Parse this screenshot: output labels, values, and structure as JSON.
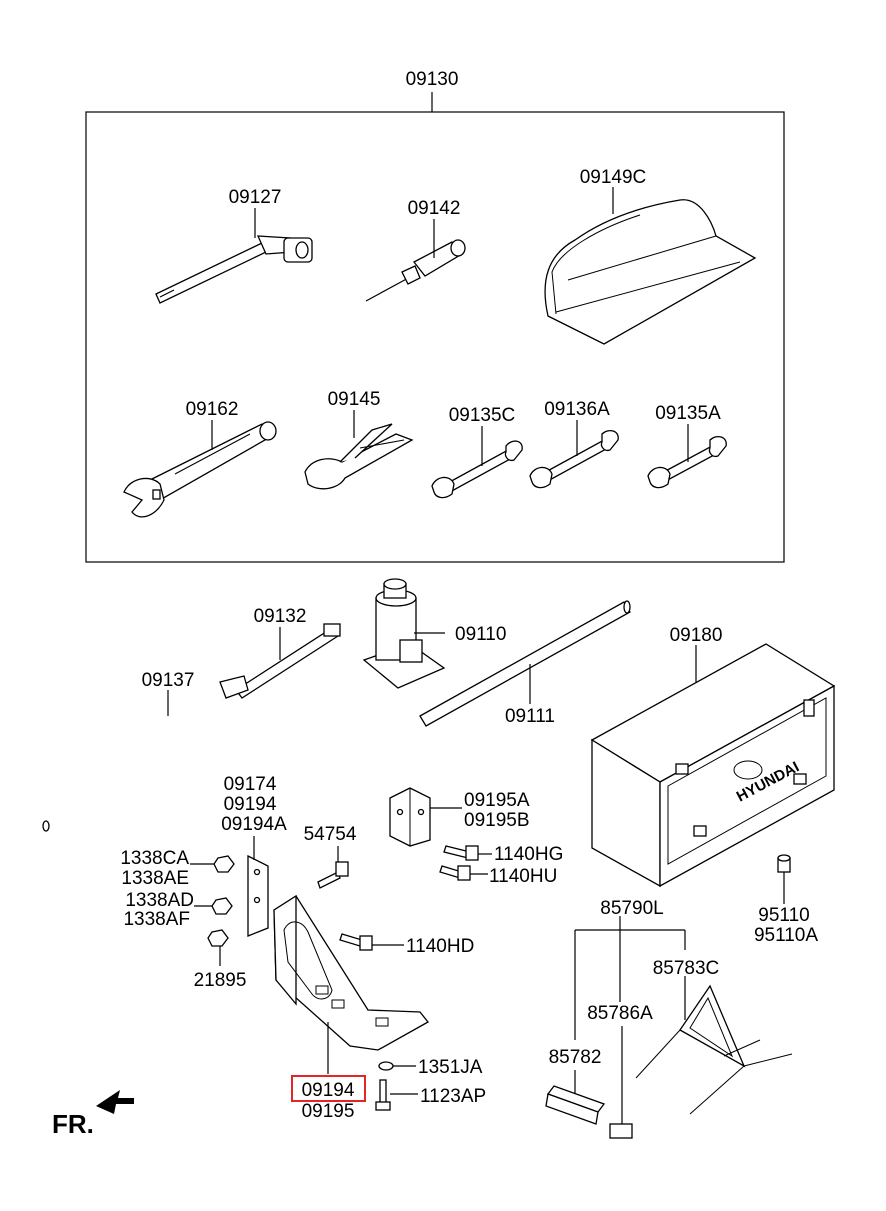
{
  "labels": {
    "kit": "09130",
    "lug_wrench": "09127",
    "screwdriver": "09142",
    "bag": "09149C",
    "adj_wrench": "09162",
    "pliers": "09145",
    "spanner_c": "09135C",
    "spanner_136a": "09136A",
    "spanner_a": "09135A",
    "extension": "09132",
    "handle": "09137",
    "jack": "09110",
    "jack_bar": "09111",
    "tool_box": "09180",
    "bracket_a": "09174",
    "bracket_b": "09194",
    "bracket_c": "09194A",
    "bolt_54754": "54754",
    "nut_1338ca": "1338CA",
    "nut_1338ae": "1338AE",
    "nut_1338ad": "1338AD",
    "nut_1338af": "1338AF",
    "nut_21895": "21895",
    "clip_a": "09195A",
    "clip_b": "09195B",
    "bolt_hg": "1140HG",
    "bolt_hu": "1140HU",
    "bolt_hd": "1140HD",
    "washer": "1351JA",
    "bolt_1123ap": "1123AP",
    "main_bracket": "09194",
    "main_bracket_alt": "09195",
    "triangle_set": "85790L",
    "triangle": "85783C",
    "case": "85786A",
    "triangle_part": "85782",
    "plug_a": "95110",
    "plug_b": "95110A",
    "front": "FR.",
    "brand": "HYUNDAI"
  },
  "highlight_color": "#e0262b"
}
